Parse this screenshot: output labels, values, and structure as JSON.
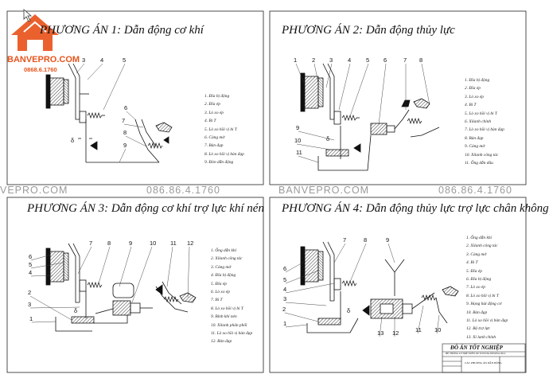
{
  "logo": {
    "brand": "BANVEPRO.COM",
    "phone": "0868.6.1760",
    "colors": {
      "brand": "#e8541c",
      "dark": "#333333"
    }
  },
  "watermark": {
    "left": "VEPRO.COM",
    "phone_left": "086.86.4.1760",
    "center": "BANVEPRO.COM",
    "phone_right": "086.86.4.1760"
  },
  "panels": [
    {
      "title": "PHƯƠNG ÁN 1: Dẫn động cơ khí",
      "callouts": [
        "3",
        "4",
        "5",
        "6",
        "7",
        "8",
        "9",
        "δ"
      ],
      "legend": [
        "1. Đĩa bị động",
        "2. Đĩa ép",
        "3. Lò xo ép",
        "4. Bi T",
        "5. Lò xo hồi vị bi T",
        "6. Càng mở",
        "7. Bàn đạp",
        "8. Lò xo hồi vị bàn đạp",
        "9. Đòn dẫn động"
      ]
    },
    {
      "title": "PHƯƠNG ÁN 2: Dẫn động thủy lực",
      "callouts": [
        "1",
        "2",
        "3",
        "4",
        "5",
        "6",
        "7",
        "8",
        "9",
        "10",
        "11",
        "δ"
      ],
      "legend": [
        "1. Đĩa bị động",
        "2. Đĩa ép",
        "3. Lò xo ép",
        "4. Bi T",
        "5. Lò xo hồi vị bi T",
        "6. Xilanh chính",
        "7. Lò xo hồi vị bàn đạp",
        "8. Bàn đạp",
        "9. Càng mở",
        "10. Xilanh công tác",
        "11. Ống dẫn dầu"
      ]
    },
    {
      "title": "PHƯƠNG ÁN 3: Dẫn động cơ khí trợ lực khí nén",
      "callouts": [
        "1",
        "2",
        "3",
        "4",
        "5",
        "6",
        "7",
        "8",
        "9",
        "10",
        "11",
        "12",
        "δ"
      ],
      "legend": [
        "1. Ống dẫn khí",
        "2. Xilanh công tác",
        "3. Càng mở",
        "4. Đĩa bị động",
        "5. Đĩa ép",
        "6. Lò xo ép",
        "7. Bi T",
        "8. Lò xo hồi vị bi T",
        "9. Bình khí nén",
        "10. Xilanh phân phối",
        "11. Lò xo hồi vị bàn đạp",
        "12. Bàn đạp"
      ]
    },
    {
      "title": "PHƯƠNG ÁN 4: Dẫn động thủy lực trợ lực chân không",
      "callouts": [
        "1",
        "2",
        "3",
        "4",
        "5",
        "6",
        "7",
        "8",
        "9",
        "10",
        "11",
        "12",
        "13",
        "δ"
      ],
      "legend": [
        "1. Ống dẫn khí",
        "2. Xilanh công tác",
        "3. Càng mở",
        "4. Bi T",
        "5. Đĩa ép",
        "6. Đĩa bị động",
        "7. Lò xo ép",
        "8. Lò xo hồi vị bi T",
        "9. Họng hút động cơ",
        "10. Bàn đạp",
        "11. Lò xo hồi vị bàn đạp",
        "12. Bộ trợ lực",
        "13. Xi lanh chính"
      ]
    }
  ],
  "title_block": {
    "heading": "ĐỒ ÁN TỐT NGHIỆP",
    "subtitle": "HỆ THỐNG LY HỢP TRÊN XE TOYOTA INNOVA 2014",
    "sheet_name": "CÁC PHƯƠNG ÁN DẪN ĐỘNG"
  }
}
